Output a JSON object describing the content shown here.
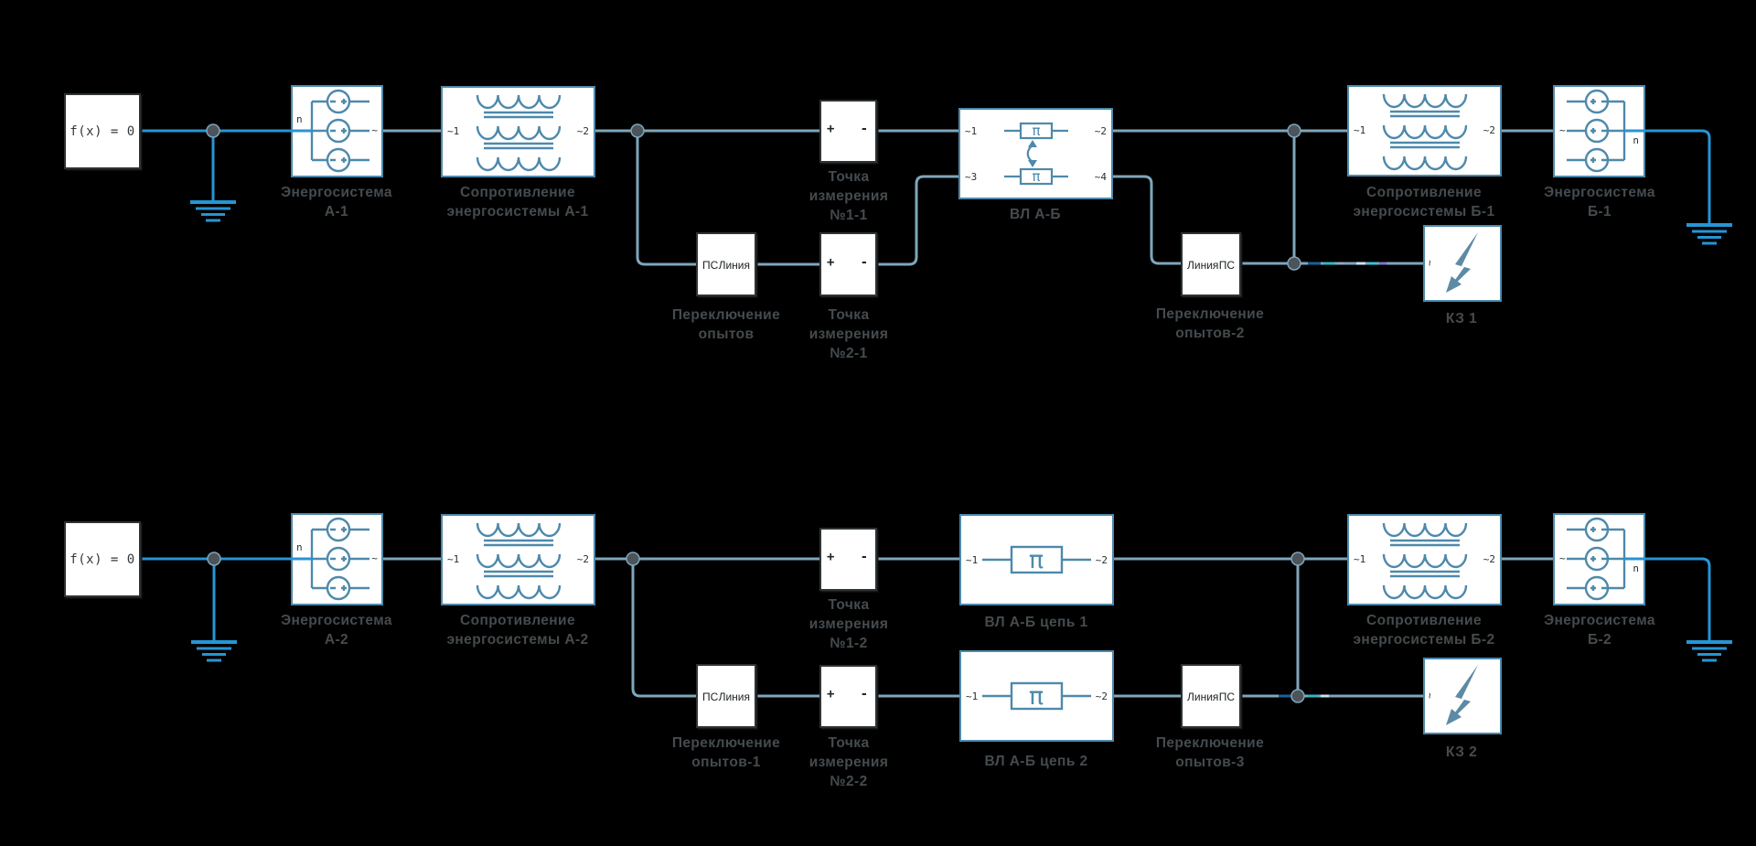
{
  "colors": {
    "background": "#000000",
    "wire": "#7ea6bc",
    "neutral_wire": "#2695d5",
    "block_border_blue": "#4e89ab",
    "block_border_dark": "#2e3234",
    "label_text": "#454b4e",
    "bolt": "#5d8aa4"
  },
  "solver": {
    "text": "f(x) = 0"
  },
  "ports": {
    "ac1": "~1",
    "ac2": "~2",
    "ac3": "~3",
    "ac4": "~4",
    "plus": "+",
    "minus": "-",
    "n": "n",
    "ac": "~",
    "pi": "π"
  },
  "switch_ports": {
    "ps": "ПС",
    "line": "Линия"
  },
  "labels": {
    "energosys_a1": [
      "Энергосистема",
      "А-1"
    ],
    "energosys_a2": [
      "Энергосистема",
      "А-2"
    ],
    "energosys_b1": [
      "Энергосистема",
      "Б-1"
    ],
    "energosys_b2": [
      "Энергосистема",
      "Б-2"
    ],
    "imped_a1": [
      "Сопротивление",
      "энергосистемы А-1"
    ],
    "imped_a2": [
      "Сопротивление",
      "энергосистемы А-2"
    ],
    "imped_b1": [
      "Сопротивление",
      "энергосистемы Б-1"
    ],
    "imped_b2": [
      "Сопротивление",
      "энергосистемы Б-2"
    ],
    "meas_1_1": [
      "Точка",
      "измерения",
      "№1-1"
    ],
    "meas_2_1": [
      "Точка",
      "измерения",
      "№2-1"
    ],
    "meas_1_2": [
      "Точка",
      "измерения",
      "№1-2"
    ],
    "meas_2_2": [
      "Точка",
      "измерения",
      "№2-2"
    ],
    "sw_exp": [
      "Переключение",
      "опытов"
    ],
    "sw_exp1": [
      "Переключение",
      "опытов-1"
    ],
    "sw_exp2": [
      "Переключение",
      "опытов-2"
    ],
    "sw_exp3": [
      "Переключение",
      "опытов-3"
    ],
    "vl_ab": [
      "ВЛ А-Б"
    ],
    "vl_ab_c1": [
      "ВЛ А-Б цепь 1"
    ],
    "vl_ab_c2": [
      "ВЛ А-Б цепь 2"
    ],
    "kz1": [
      "КЗ 1"
    ],
    "kz2": [
      "КЗ 2"
    ]
  }
}
